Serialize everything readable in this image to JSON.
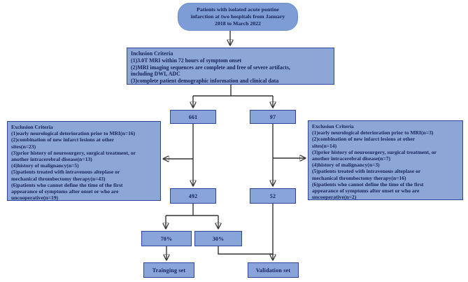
{
  "flow": {
    "top_node": {
      "text": "Patients with isolated acute pontine infarction at two hospitals from January 2018 to March 2022",
      "lines": [
        "Patients with isolated acute pontine",
        "infarction at two hospitals from January",
        "2018 to March 2022"
      ]
    },
    "inclusion": {
      "lines": [
        "Inclusion Criteria",
        "(1)3.0T MRI within 72 hours of symptom onset",
        "(2)MRI imaging sequences are complete and free of severe artifacts,",
        "including DWI, ADC",
        "(3)complete patient demographic information and clinical data"
      ]
    },
    "exclusion_left": {
      "lines": [
        "Exclusion Criteria",
        "(1)early neurological deterioration prior to MRI(n=16)",
        "(2)combination of new infarct lesions at other",
        "sites(n=23)",
        "(3)prior history of neurosurgery, surgical treatment, or",
        "another intracerebral disease(n=13)",
        "(4)history of malignancy(n=5)",
        "(5)patients treated with intravenous alteplase or",
        "mechanical thrombectomy therapy(n=43)",
        "(6)patients who cannot define the time of the first",
        "appearance of symptoms after onset or who are",
        "uncooperative(n=19)"
      ]
    },
    "exclusion_right": {
      "lines": [
        "Exclusion Criteria",
        "(1)early neurological deterioration prior to MRI(n=3)",
        "(2)combination of new infarct lesions at other",
        "sites(n=14)",
        "(3)prior history of neurosurgery, surgical treatment, or",
        "another intracerebral disease(n=7)",
        "(4)history of malignancy(n=3)",
        "(5)patients treated with intravenous alteplase or",
        "mechanical thrombectomy therapy(n=16)",
        "(6)patients who cannot define the time of the first",
        "appearance of symptoms after onset or who are",
        "uncooperative(n=2)"
      ]
    },
    "counts": {
      "hospital_a_screened": "661",
      "hospital_b_screened": "97",
      "hospital_a_included": "492",
      "hospital_b_included": "52"
    },
    "split": {
      "train_pct": "70%",
      "val_pct": "30%"
    },
    "sets": {
      "training": "Trainging set",
      "validation": "Validation set"
    }
  },
  "colors": {
    "box_fill": "#89a4d8",
    "criteria_fill": "#8ca6d6",
    "rounded_fill": "#7e9cd5",
    "box_border": "#2b459a",
    "text": "#14235a",
    "connector": "#333333"
  }
}
